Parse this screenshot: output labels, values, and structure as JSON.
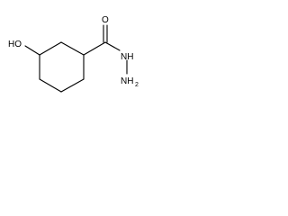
{
  "molecule": {
    "atoms": {
      "hydroxyl": "HO",
      "carbonyl_oxygen": "O",
      "hydrazide_nh": "NH",
      "hydrazide_n": "NH",
      "hydrazide_sub": "2"
    },
    "colors": {
      "bond": "#000000",
      "label": "#000000",
      "background": "#ffffff"
    }
  }
}
